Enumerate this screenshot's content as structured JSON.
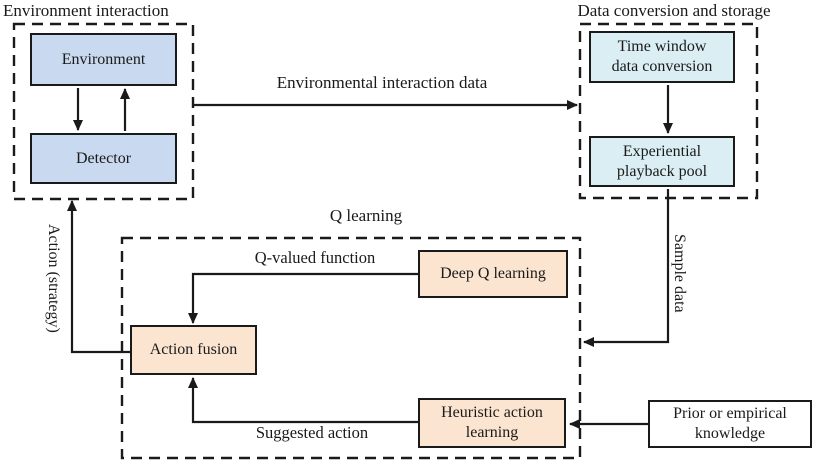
{
  "diagram": {
    "titles": {
      "environment_interaction": "Environment interaction",
      "data_conversion": "Data conversion and storage",
      "q_learning": "Q learning"
    },
    "nodes": {
      "environment": "Environment",
      "detector": "Detector",
      "time_window": "Time window\ndata conversion",
      "playback_pool": "Experiential\nplayback pool",
      "deep_q": "Deep Q learning",
      "action_fusion": "Action fusion",
      "heuristic": "Heuristic action\nlearning",
      "prior_knowledge": "Prior or empirical\nknowledge"
    },
    "edge_labels": {
      "environmental_interaction_data": "Environmental interaction data",
      "sample_data": "Sample data",
      "q_valued_function": "Q-valued function",
      "suggested_action": "Suggested action",
      "action_strategy": "Action (strategy)"
    },
    "colors": {
      "node_blue": "#c9d9ef",
      "node_cyan": "#daeef3",
      "node_peach": "#fbe5d0",
      "node_white": "#ffffff",
      "line": "#1a1a1a"
    }
  }
}
